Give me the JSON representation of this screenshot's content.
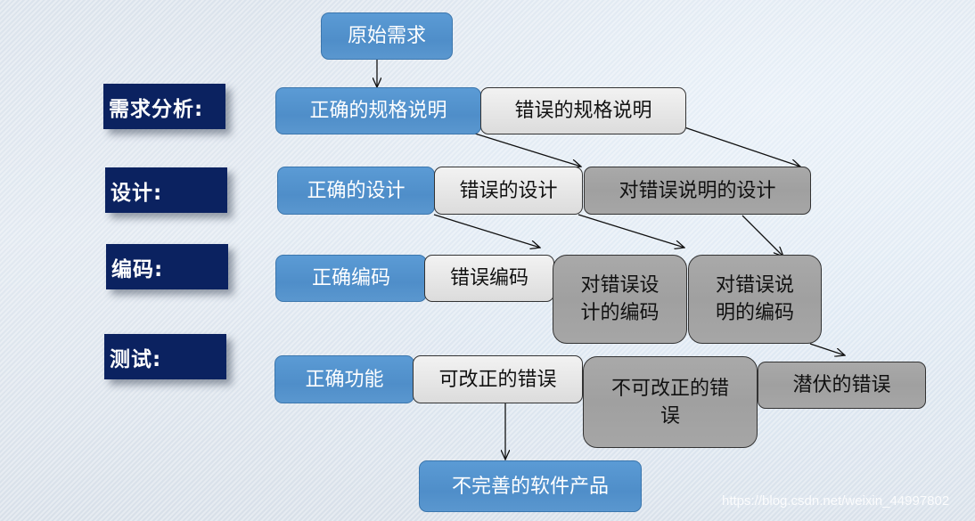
{
  "stage_labels": [
    {
      "id": "requirements",
      "text": "需求分析:"
    },
    {
      "id": "design",
      "text": "设计:"
    },
    {
      "id": "coding",
      "text": "编码:"
    },
    {
      "id": "testing",
      "text": "测试:"
    }
  ],
  "nodes": {
    "raw_requirements": {
      "text": "原始需求",
      "style": "blue"
    },
    "correct_spec": {
      "text": "正确的规格说明",
      "style": "blue"
    },
    "wrong_spec": {
      "text": "错误的规格说明",
      "style": "light"
    },
    "correct_design": {
      "text": "正确的设计",
      "style": "blue"
    },
    "wrong_design": {
      "text": "错误的设计",
      "style": "light"
    },
    "design_of_wrong_spec": {
      "text": "对错误说明的设计",
      "style": "gray"
    },
    "correct_code": {
      "text": "正确编码",
      "style": "blue"
    },
    "wrong_code": {
      "text": "错误编码",
      "style": "light"
    },
    "code_of_wrong_design": {
      "text": "对错误设计的编码",
      "line1": "对错误设",
      "line2": "计的编码",
      "style": "gray"
    },
    "code_of_wrong_spec": {
      "text": "对错误说明的编码",
      "line1": "对错误说",
      "line2": "明的编码",
      "style": "gray"
    },
    "correct_function": {
      "text": "正确功能",
      "style": "blue"
    },
    "correctable_errors": {
      "text": "可改正的错误",
      "style": "light"
    },
    "uncorrectable_errors": {
      "text": "不可改正的错误",
      "line1": "不可改正的错",
      "line2": "误",
      "style": "gray"
    },
    "latent_errors": {
      "text": "潜伏的错误",
      "style": "gray"
    },
    "imperfect_product": {
      "text": "不完善的软件产品",
      "style": "blue"
    }
  },
  "edges": [
    {
      "from": "raw_requirements",
      "to": "correct_spec"
    },
    {
      "from": "correct_spec",
      "to": "wrong_design"
    },
    {
      "from": "wrong_spec",
      "to": "design_of_wrong_spec"
    },
    {
      "from": "correct_design",
      "to": "wrong_code"
    },
    {
      "from": "wrong_design",
      "to": "code_of_wrong_design"
    },
    {
      "from": "design_of_wrong_spec",
      "to": "code_of_wrong_spec"
    },
    {
      "from": "code_of_wrong_spec",
      "to": "latent_errors"
    },
    {
      "from": "correctable_errors",
      "to": "imperfect_product"
    }
  ],
  "colors": {
    "label_bg": "#0b2260",
    "correct_fill": "#5b9bd5",
    "light_fill": "#e6e6e6",
    "gray_fill": "#a6a6a6"
  },
  "watermark": "https://blog.csdn.net/weixin_44997802"
}
